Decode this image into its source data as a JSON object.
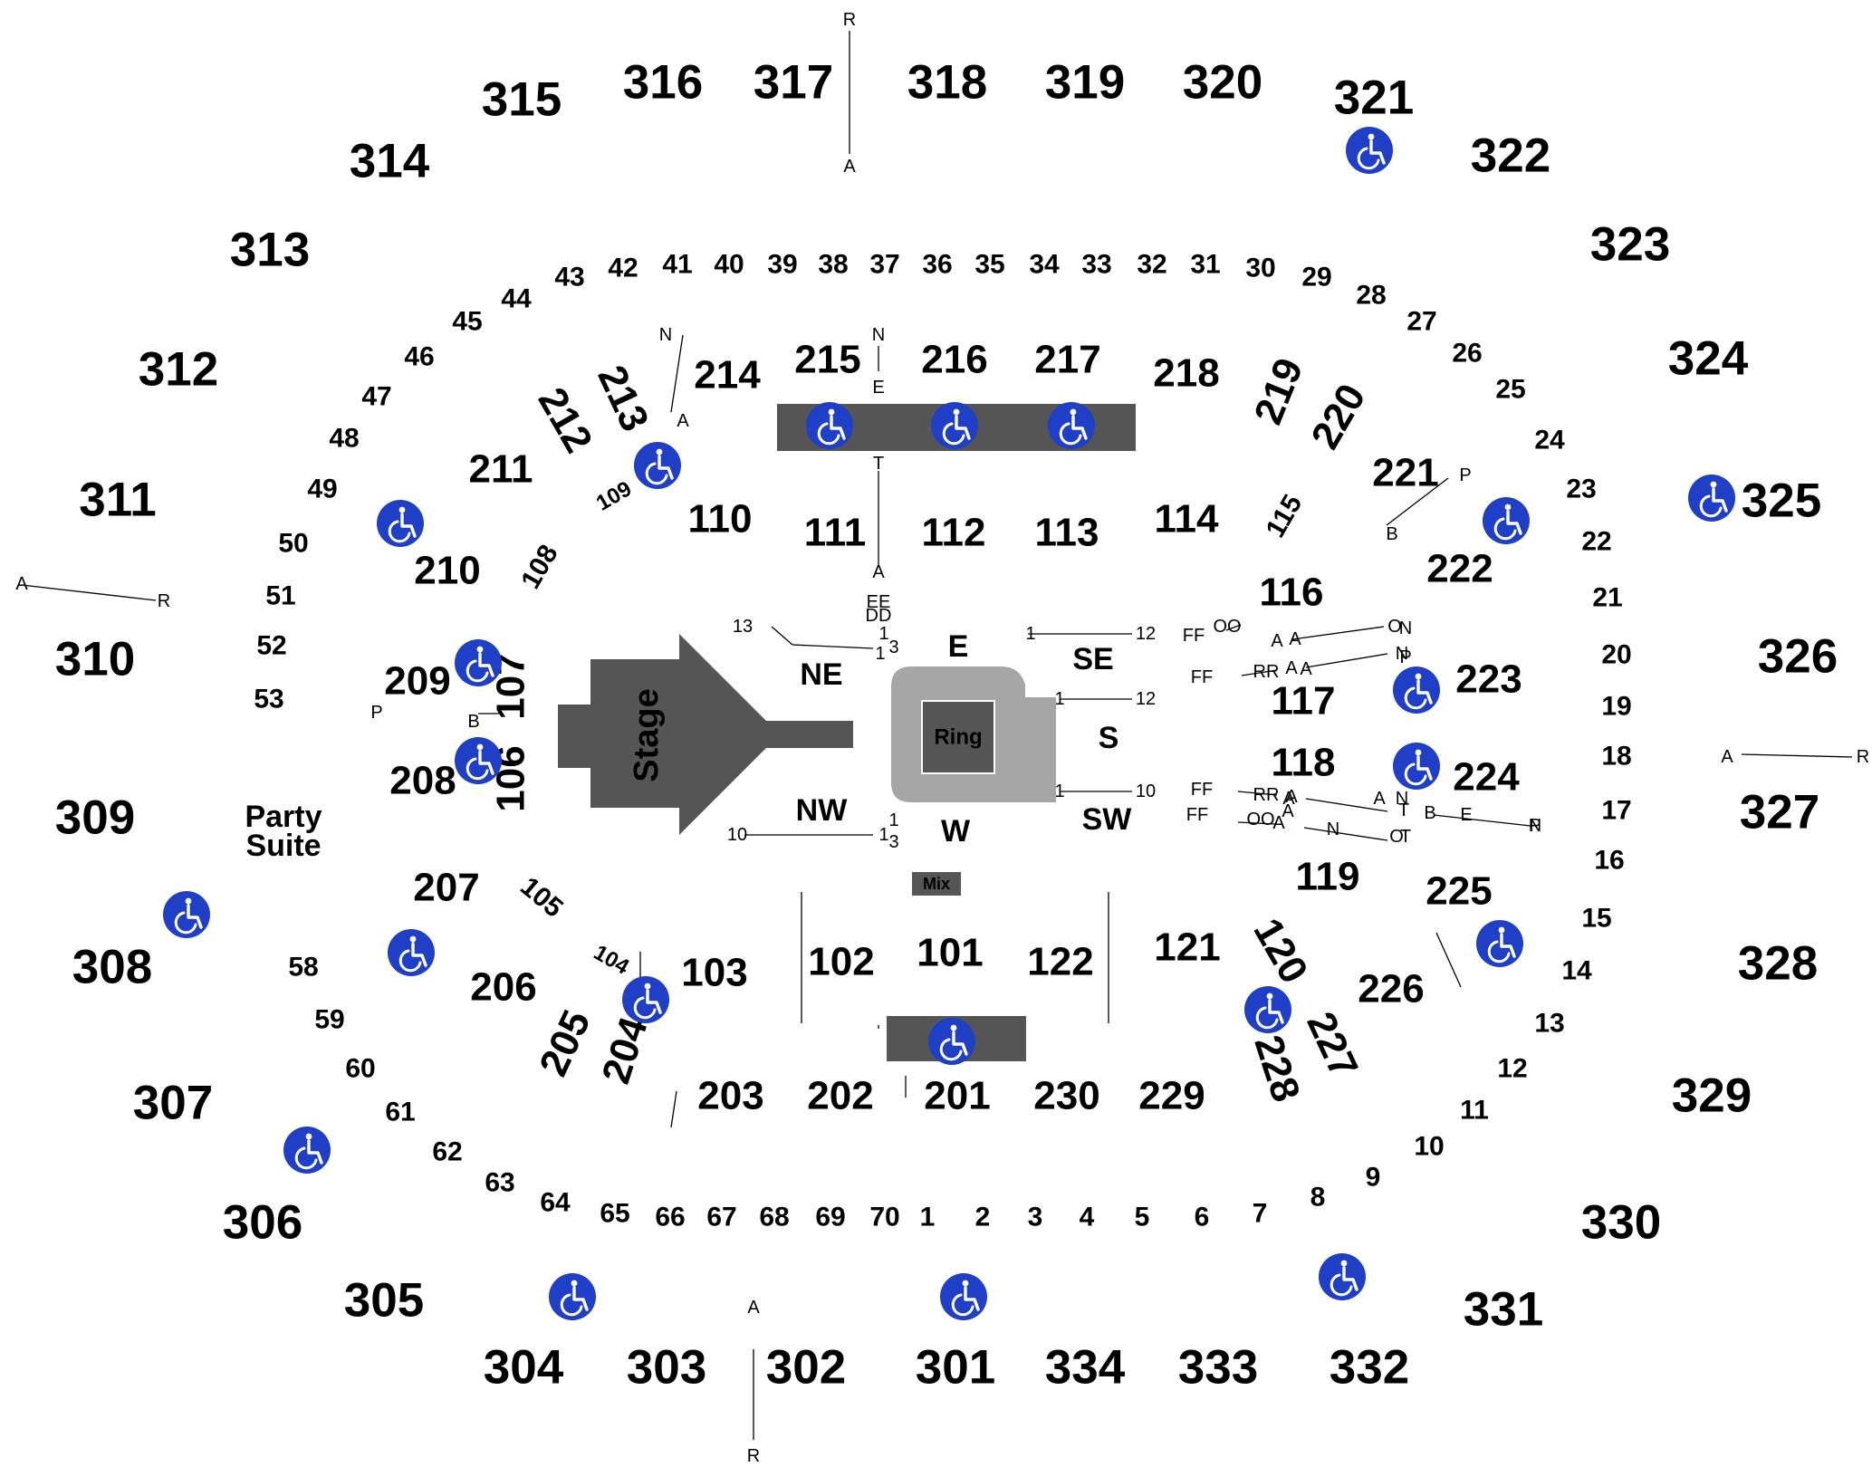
{
  "colors": {
    "accessible": "#1f3fc7",
    "stage": "#555555",
    "ring_outer": "#a6a6a6",
    "ring_inner": "#555555",
    "text": "#000000"
  },
  "icons": {
    "accessible": "wheelchair-icon"
  },
  "labels": {
    "stage": "Stage",
    "ring": "Ring",
    "mix": "Mix",
    "party_suite_line1": "Party",
    "party_suite_line2": "Suite",
    "floor": {
      "ne": "NE",
      "nw": "NW",
      "e": "E",
      "w": "W",
      "se": "SE",
      "s": "S",
      "sw": "SW"
    }
  },
  "sections_300": [
    "301",
    "302",
    "303",
    "304",
    "305",
    "306",
    "307",
    "308",
    "309",
    "310",
    "311",
    "312",
    "313",
    "314",
    "315",
    "316",
    "317",
    "318",
    "319",
    "320",
    "321",
    "322",
    "323",
    "324",
    "325",
    "326",
    "327",
    "328",
    "329",
    "330",
    "331",
    "332",
    "333",
    "334"
  ],
  "sections_200": [
    "201",
    "202",
    "203",
    "204",
    "205",
    "206",
    "207",
    "208",
    "209",
    "210",
    "211",
    "212",
    "213",
    "214",
    "215",
    "216",
    "217",
    "218",
    "219",
    "220",
    "221",
    "222",
    "223",
    "224",
    "225",
    "226",
    "227",
    "228",
    "229",
    "230"
  ],
  "sections_100": [
    "101",
    "102",
    "103",
    "104",
    "105",
    "106",
    "107",
    "108",
    "109",
    "110",
    "111",
    "112",
    "113",
    "114",
    "115",
    "116",
    "117",
    "118",
    "119",
    "120",
    "121",
    "122"
  ],
  "bays": [
    "1",
    "2",
    "3",
    "4",
    "5",
    "6",
    "7",
    "8",
    "9",
    "10",
    "11",
    "12",
    "13",
    "14",
    "15",
    "16",
    "17",
    "18",
    "19",
    "20",
    "21",
    "22",
    "23",
    "24",
    "25",
    "26",
    "27",
    "28",
    "29",
    "30",
    "31",
    "32",
    "33",
    "34",
    "35",
    "36",
    "37",
    "38",
    "39",
    "40",
    "41",
    "42",
    "43",
    "44",
    "45",
    "46",
    "47",
    "48",
    "49",
    "50",
    "51",
    "52",
    "53",
    "58",
    "59",
    "60",
    "61",
    "62",
    "63",
    "64",
    "65",
    "66",
    "67",
    "68",
    "69",
    "70"
  ],
  "row_markers": [
    "R",
    "A",
    "A",
    "R",
    "R",
    "A",
    "A",
    "R",
    "N",
    "A",
    "N",
    "E",
    "T",
    "A",
    "EE",
    "DD",
    "P",
    "B",
    "P",
    "B",
    "A",
    "N",
    "A",
    "P",
    "A",
    "T",
    "A",
    "T",
    "E",
    "N",
    "A",
    "N",
    "13",
    "1",
    "3",
    "1",
    "1",
    "12",
    "1",
    "12",
    "1",
    "10",
    "10",
    "1",
    "1",
    "3",
    "FF",
    "OO",
    "A",
    "O",
    "FF",
    "RR",
    "A",
    "N",
    "FF",
    "RR",
    "A",
    "N",
    "FF",
    "OO",
    "A",
    "O",
    "B",
    "P"
  ]
}
